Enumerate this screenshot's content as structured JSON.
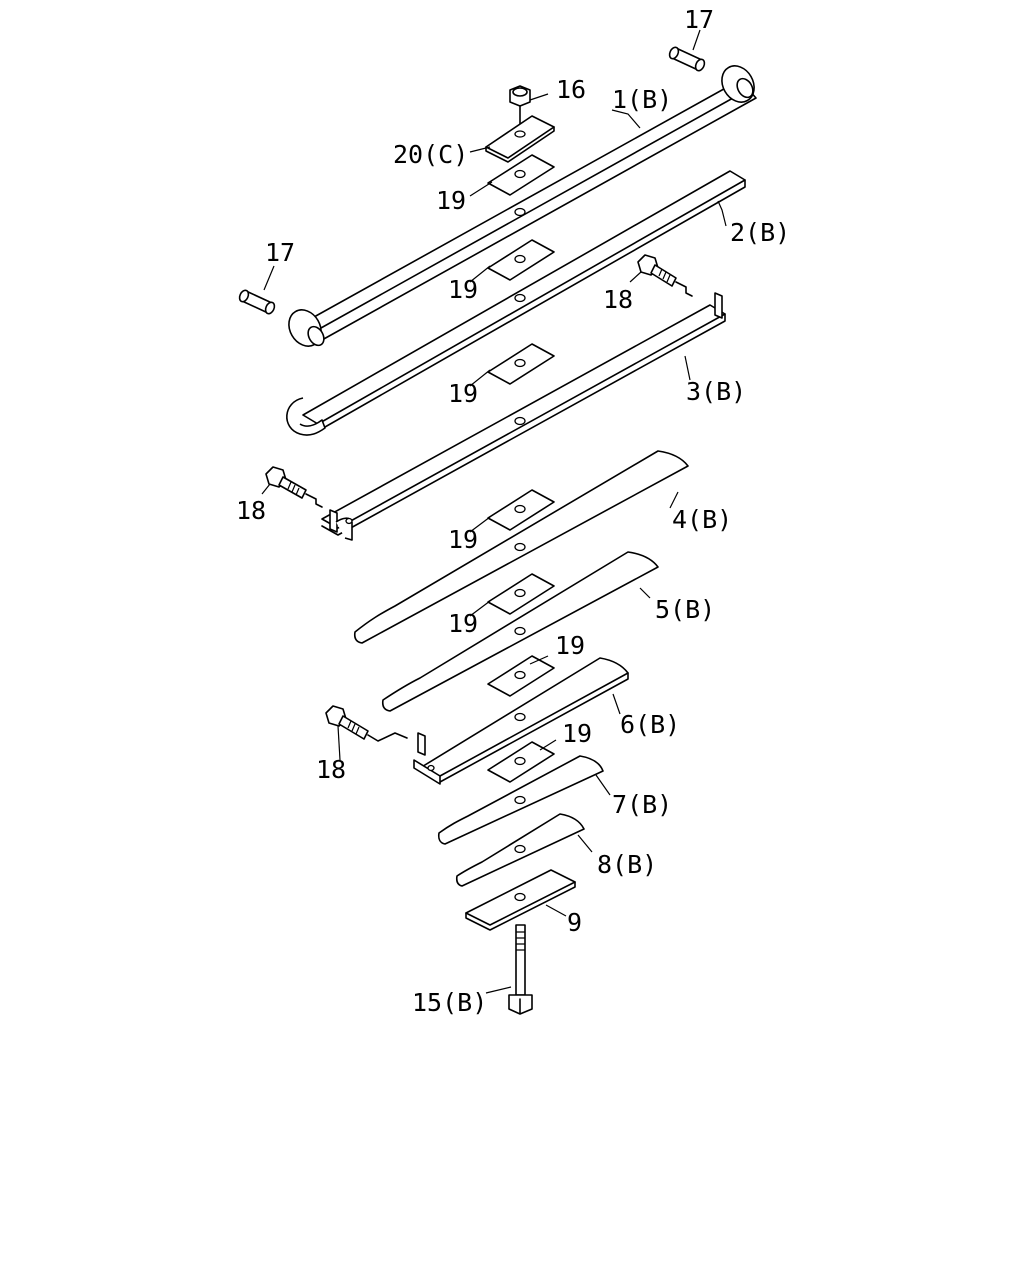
{
  "labels": {
    "p1": "1(B)",
    "p2": "2(B)",
    "p3": "3(B)",
    "p4": "4(B)",
    "p5": "5(B)",
    "p6": "6(B)",
    "p7": "7(B)",
    "p8": "8(B)",
    "p9": "9",
    "p15": "15(B)",
    "p16": "16",
    "p17a": "17",
    "p17b": "17",
    "p18a": "18",
    "p18b": "18",
    "p18c": "18",
    "p19a": "19",
    "p19b": "19",
    "p19c": "19",
    "p19d": "19",
    "p19e": "19",
    "p19f": "19",
    "p19g": "19",
    "p20": "20(C)"
  }
}
